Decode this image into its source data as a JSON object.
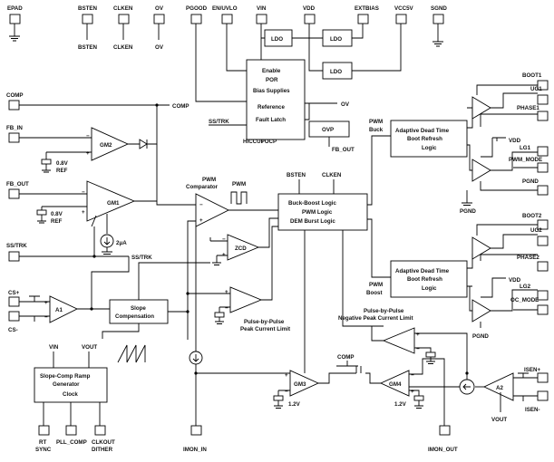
{
  "top_pins": {
    "epad": "EPAD",
    "bsten": "BSTEN",
    "clken": "CLKEN",
    "ov": "OV",
    "pgood": "PGOOD",
    "en_uvlo": "EN/UVLO",
    "vin": "VIN",
    "vdd": "VDD",
    "extbias": "EXTBIAS",
    "vcc5v": "VCC5V",
    "sgnd": "SGND"
  },
  "top_pin_sublabels": {
    "bsten": "BSTEN",
    "clken": "CLKEN",
    "ov": "OV"
  },
  "ldo": {
    "ldo1": "LDO",
    "ldo2": "LDO",
    "ldo3": "LDO"
  },
  "control_block": {
    "lines": [
      "Enable",
      "POR",
      "Bias Supplies",
      "Reference",
      "Fault Latch"
    ],
    "ov_output": "OV",
    "ss_trk_label": "SS/TRK",
    "hiccup": "HICCUPOCP"
  },
  "ovp": {
    "label": "OVP",
    "fb_out": "FB_OUT"
  },
  "left_pins": {
    "comp": "COMP",
    "fb_in": "FB_IN",
    "fb_out": "FB_OUT",
    "ss_trk": "SS/TRK",
    "cs_plus": "CS+",
    "cs_minus": "CS-"
  },
  "comp_net": "COMP",
  "amplifiers": {
    "gm2": "GM2",
    "gm1": "GM1",
    "a1": "A1",
    "a2": "A2",
    "gm3": "GM3",
    "gm4": "GM4",
    "zcd": "ZCD"
  },
  "references": {
    "ref1_value": "0.8V",
    "ref1_label": "REF",
    "ref2_value": "0.8V",
    "ref2_label": "REF",
    "gm3_ref": "1.2V",
    "gm4_ref": "1.2V"
  },
  "current_source": "2μA",
  "ss_trk_net": "SS/TRK",
  "pwm_comparator": {
    "label1": "PWM",
    "label2": "Comparator",
    "pwm_wave": "PWM"
  },
  "logic_block": {
    "bsten": "BSTEN",
    "clken": "CLKEN",
    "lines": [
      "Buck-Boost Logic",
      "PWM Logic",
      "DEM Burst Logic"
    ]
  },
  "buck_driver": {
    "pwm_label": "PWM",
    "mode_label": "Buck",
    "lines": [
      "Adaptive Dead Time",
      "Boot Refresh",
      "Logic"
    ]
  },
  "boost_driver": {
    "pwm_label": "PWM",
    "mode_label": "Boost",
    "lines": [
      "Adaptive Dead Time",
      "Boot Refresh",
      "Logic"
    ]
  },
  "right_pins": {
    "boot1": "BOOT1",
    "ug1": "UG1",
    "phase1": "PHASE1",
    "vdd1": "VDD",
    "lg1": "LG1",
    "pwm_mode": "PWM_MODE",
    "pgnd1": "PGND",
    "pgnd1_label": "PGND",
    "boot2": "BOOT2",
    "ug2": "UG2",
    "phase2": "PHASE2",
    "vdd2": "VDD",
    "lg2": "LG2",
    "oc_mode": "OC_MODE",
    "pgnd2": "PGND",
    "isen_plus": "ISEN+",
    "isen_minus": "ISEN-",
    "vout": "VOUT"
  },
  "slope_comp": {
    "line1": "Slope",
    "line2": "Compensation"
  },
  "peak_limit": {
    "line1": "Pulse-by-Pulse",
    "line2": "Peak Current Limit"
  },
  "neg_limit": {
    "line1": "Pulse-by-Pulse",
    "line2": "Negative Peak Current Limit"
  },
  "ramp_gen": {
    "vin": "VIN",
    "vout": "VOUT",
    "lines": [
      "Slope-Comp Ramp",
      "Generator",
      "Clock"
    ]
  },
  "bottom_pins": {
    "rt": "RT",
    "sync": "SYNC",
    "pll_comp": "PLL_COMP",
    "clkout": "CLKOUT",
    "dither": "DITHER",
    "imon_in": "IMON_IN",
    "imon_out": "IMON_OUT"
  },
  "comp_bottom": "COMP"
}
